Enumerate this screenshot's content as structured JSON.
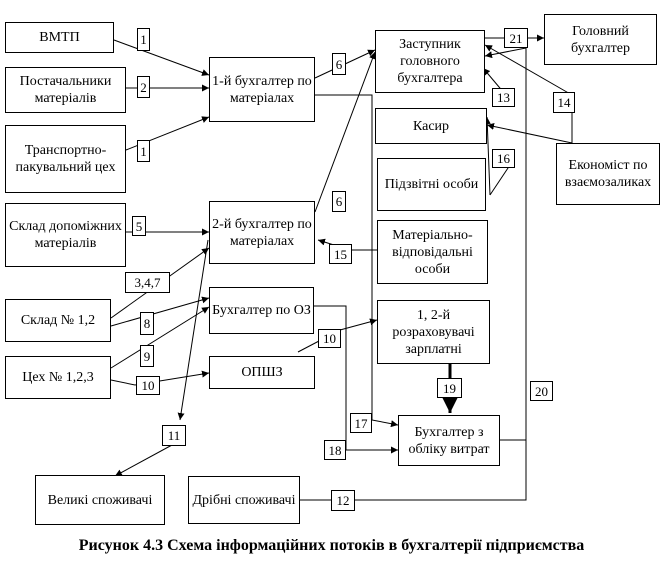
{
  "nodes": {
    "vmtp": "ВМТП",
    "suppliers": "Постачальники матеріалів",
    "transport": "Транспортно-пакувальний цех",
    "aux_warehouse": "Склад допоміжних матеріалів",
    "warehouse12": "Склад № 1,2",
    "shop123": "Цех № 1,2,3",
    "big_consumers": "Великі споживачі",
    "small_consumers": "Дрібні споживачі",
    "acc1": "1-й бухгалтер по матеріалах",
    "acc2": "2-й бухгалтер по матеріалах",
    "acc_fa": "Бухгалтер по ОЗ",
    "opsh": "ОПШЗ",
    "deputy": "Заступник головного бухгалтера",
    "cashier": "Касир",
    "accountable": "Підзвітні особи",
    "responsible": "Матеріально-відповідальні особи",
    "payroll": "1, 2-й розраховувачі зарплатні",
    "cost_acc": "Бухгалтер з обліку витрат",
    "chief": "Головний бухгалтер",
    "economist": "Економіст по взаємозаликах"
  },
  "labels": {
    "l1a": "1",
    "l2": "2",
    "l1b": "1",
    "l5": "5",
    "l347": "3,4,7",
    "l8": "8",
    "l9": "9",
    "l10a": "10",
    "l11": "11",
    "l6a": "6",
    "l6b": "6",
    "l10b": "10",
    "l13": "13",
    "l14": "14",
    "l15": "15",
    "l16": "16",
    "l17": "17",
    "l18": "18",
    "l19": "19",
    "l20": "20",
    "l21": "21",
    "l12": "12"
  },
  "caption": "Рисунок 4.3 Схема інформаційних потоків в бухгалтерії підприємства"
}
